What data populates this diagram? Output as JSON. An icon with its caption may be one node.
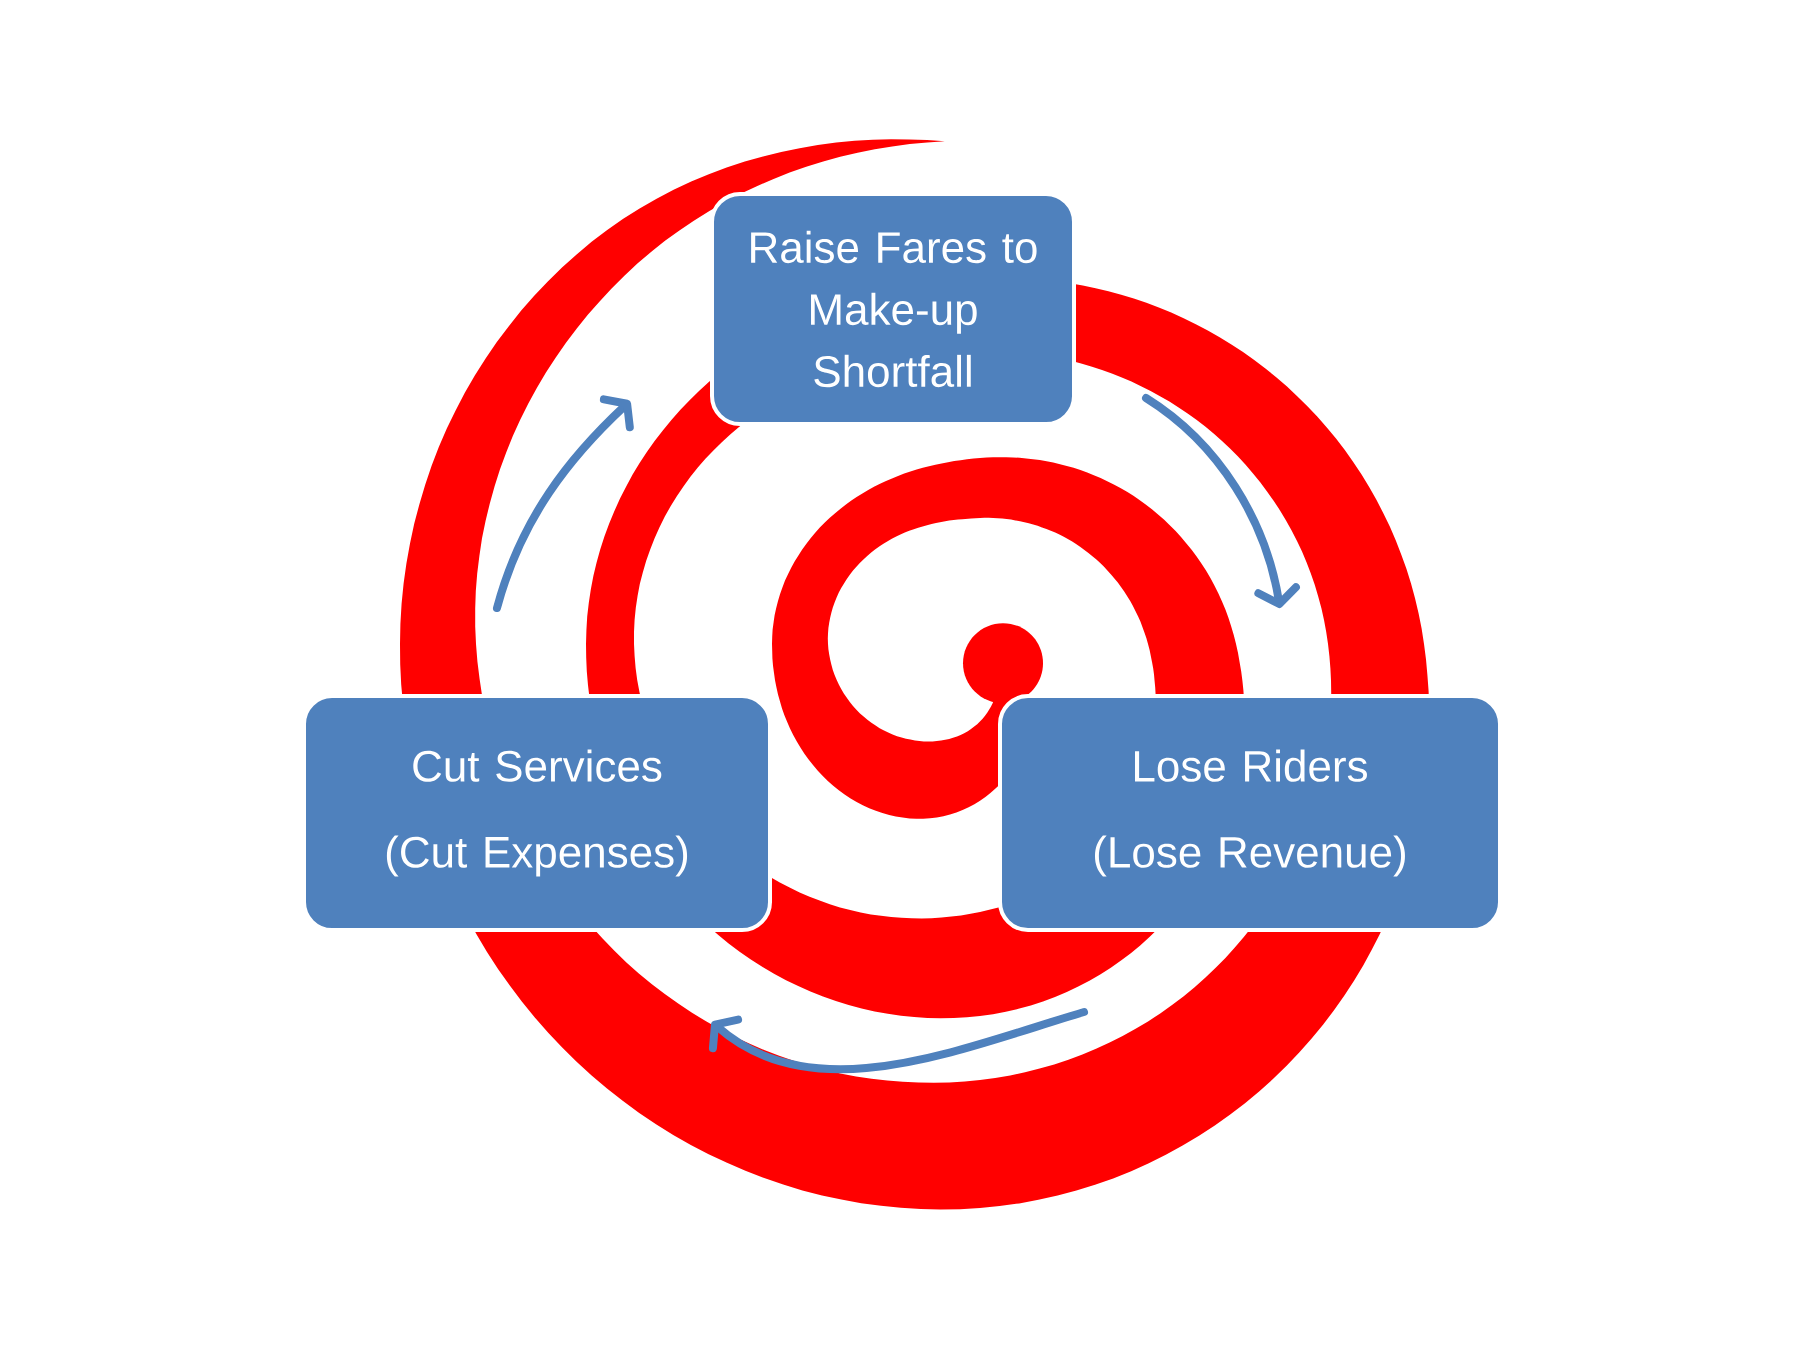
{
  "diagram": {
    "nodes": [
      {
        "text": [
          "Raise Fares to Make-up Shortfall"
        ]
      },
      {
        "text": [
          "Lose Riders",
          "(Lose Revenue)"
        ]
      },
      {
        "text": [
          "Cut Services",
          "(Cut Expenses)"
        ]
      }
    ],
    "edges": [
      {
        "from": 0,
        "to": 1,
        "arrow": "to"
      },
      {
        "from": 1,
        "to": 2,
        "arrow": "to"
      },
      {
        "from": 2,
        "to": 0,
        "arrow": "to"
      }
    ]
  }
}
